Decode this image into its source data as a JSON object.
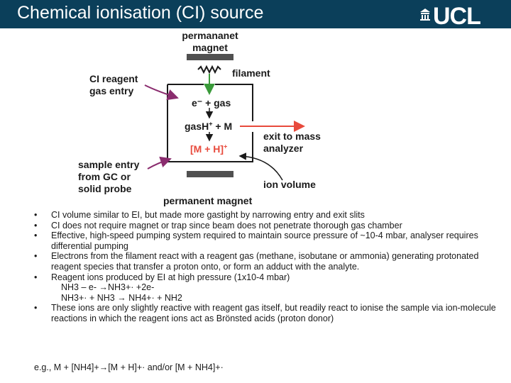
{
  "header": {
    "title": "Chemical ionisation (CI) source",
    "logo_text": "UCL"
  },
  "diagram": {
    "top_magnet_label": [
      "permananet",
      "magnet"
    ],
    "filament_label": "filament",
    "reagent_entry_label": [
      "CI reagent",
      "gas entry"
    ],
    "electron_gas": "e⁻ + gas",
    "gas_h_prefix": "gasH",
    "gas_h_sup": "+",
    "gas_h_suffix": " + M",
    "mh_label": "[M + H]",
    "mh_sup": "+",
    "exit_label": [
      "exit to mass",
      "analyzer"
    ],
    "sample_entry_label": [
      "sample entry",
      "from GC or",
      "solid probe"
    ],
    "ion_volume_label": "ion volume",
    "bottom_magnet_label": "permanent magnet"
  },
  "bullets": [
    "CI volume similar to EI, but made more gastight by narrowing entry and exit slits",
    "CI does not require magnet or trap since beam does not penetrate thorough gas chamber",
    "Effective, high-speed pumping system required to maintain source pressure of ~10-4 mbar, analyser requires differential pumping",
    "Electrons from the filament react with a reagent gas (methane, isobutane or ammonia) generating protonated reagent species that transfer a proton onto, or form an adduct with the analyte.",
    "Reagent ions produced by EI at high pressure (1x10-4 mbar)",
    "These ions are only slightly reactive with reagent gas itself, but readily react to ionise the sample via ion-molecule reactions in which the reagent ions act as Brönsted acids (proton donor)"
  ],
  "equations": [
    "NH3 – e- →NH3+· +2e-",
    "NH3+· + NH3 → NH4+· + NH2"
  ],
  "example": "e.g., M + [NH4]+→[M + H]+· and/or [M + NH4]+·",
  "colors": {
    "header_bg": "#0b3f5a",
    "reagent_arrow": "#8a2c6e",
    "electron_arrow": "#3a9a3a",
    "exit_arrow": "#e84a3c",
    "ion_text": "#e84a3c"
  },
  "icons": [
    "ucl-portico-icon",
    "filament-coil-icon",
    "magnet-bar-icon"
  ]
}
